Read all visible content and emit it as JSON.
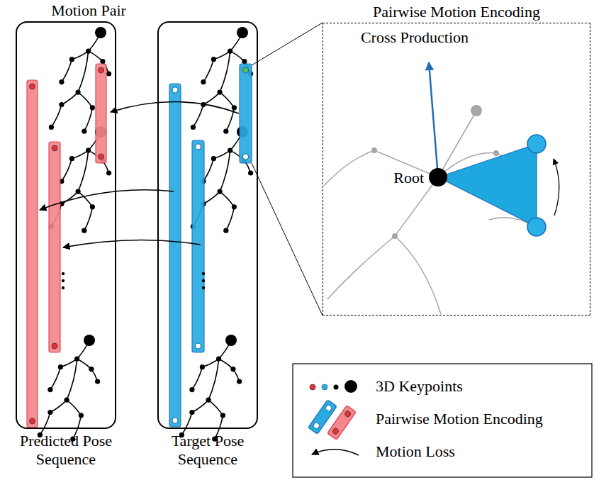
{
  "diagram": {
    "nodes": [
      {
        "text": [
          "Predicted Pose Sequence"
        ]
      },
      {
        "text": [
          "Target Pose Sequence"
        ]
      },
      {
        "text": [
          "Pairwise Motion Encoding"
        ]
      }
    ],
    "labels": [
      "Motion Pair",
      "Cross Production",
      "Root"
    ],
    "legend": [
      {
        "text": "3D Keypoints"
      },
      {
        "text": "Pairwise Motion Encoding"
      },
      {
        "text": "Motion Loss"
      }
    ]
  }
}
